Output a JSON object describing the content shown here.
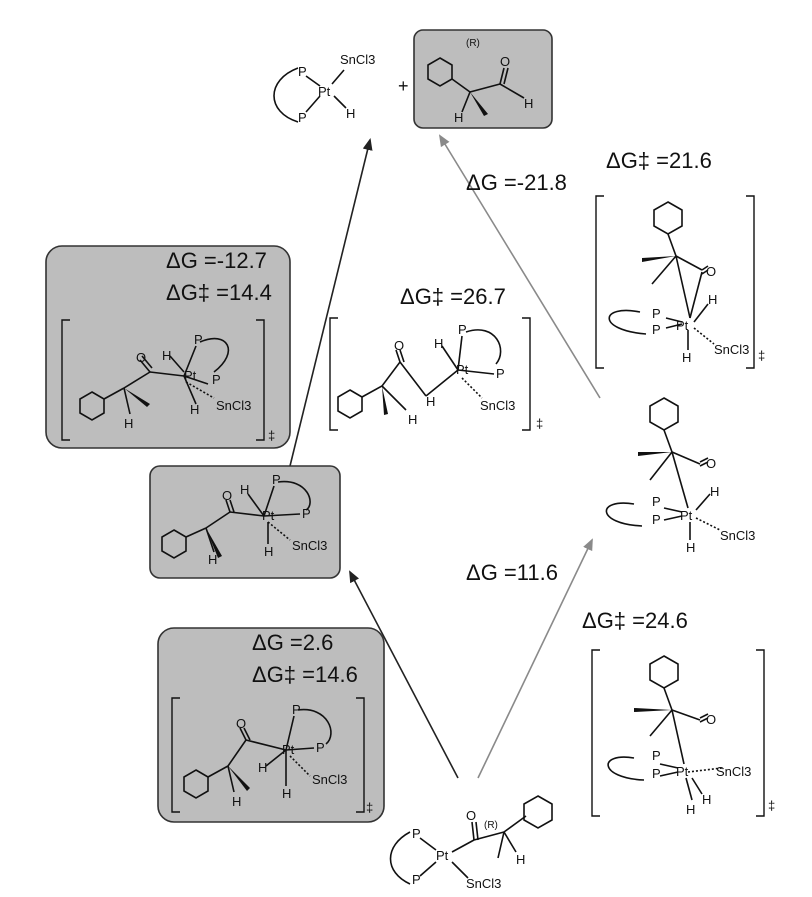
{
  "title": "",
  "species": {
    "reactant": {
      "metal": "Pt",
      "ligand_p1": "P",
      "ligand_p2": "P",
      "tin": "SnCl3",
      "stereo": "(R)",
      "o": "O",
      "h": "H"
    },
    "product_complex": {
      "metal": "Pt",
      "ligand_p1": "P",
      "ligand_p2": "P",
      "tin": "SnCl3",
      "h": "H"
    },
    "product_aldehyde": {
      "stereo": "(R)",
      "o": "O",
      "h1": "H",
      "h2": "H"
    },
    "plus": "+",
    "intermediate_left": {
      "metal": "Pt",
      "ligand_p1": "P",
      "ligand_p2": "P",
      "tin": "SnCl3",
      "o": "O",
      "h1": "H",
      "h2": "H",
      "h3": "H"
    },
    "intermediate_right": {
      "metal": "Pt",
      "ligand_p1": "P",
      "ligand_p2": "P",
      "tin": "SnCl3",
      "o": "O",
      "h1": "H",
      "h2": "H"
    }
  },
  "transition_states": [
    {
      "id": "ts1_left",
      "dg_dagger": "ΔG‡ =14.6",
      "dg": "ΔG =2.6",
      "dagger": "‡"
    },
    {
      "id": "ts1_right",
      "dg_dagger": "ΔG‡ =24.6",
      "dagger": "‡"
    },
    {
      "id": "ts2_left",
      "dg_dagger": "ΔG‡ =14.4",
      "dg": "ΔG =-12.7",
      "dagger": "‡"
    },
    {
      "id": "ts2_mid",
      "dg_dagger": "ΔG‡ =26.7",
      "dagger": "‡"
    },
    {
      "id": "ts2_right",
      "dg_dagger": "ΔG‡ =21.6",
      "dagger": "‡"
    }
  ],
  "arrow_labels": {
    "right_step1": "ΔG =11.6",
    "right_step2": "ΔG =-21.8"
  },
  "colors": {
    "highlight_box": "#bdbdbd",
    "arrow_dark": "#222222",
    "arrow_light": "#8a8a8a",
    "text": "#111111"
  }
}
